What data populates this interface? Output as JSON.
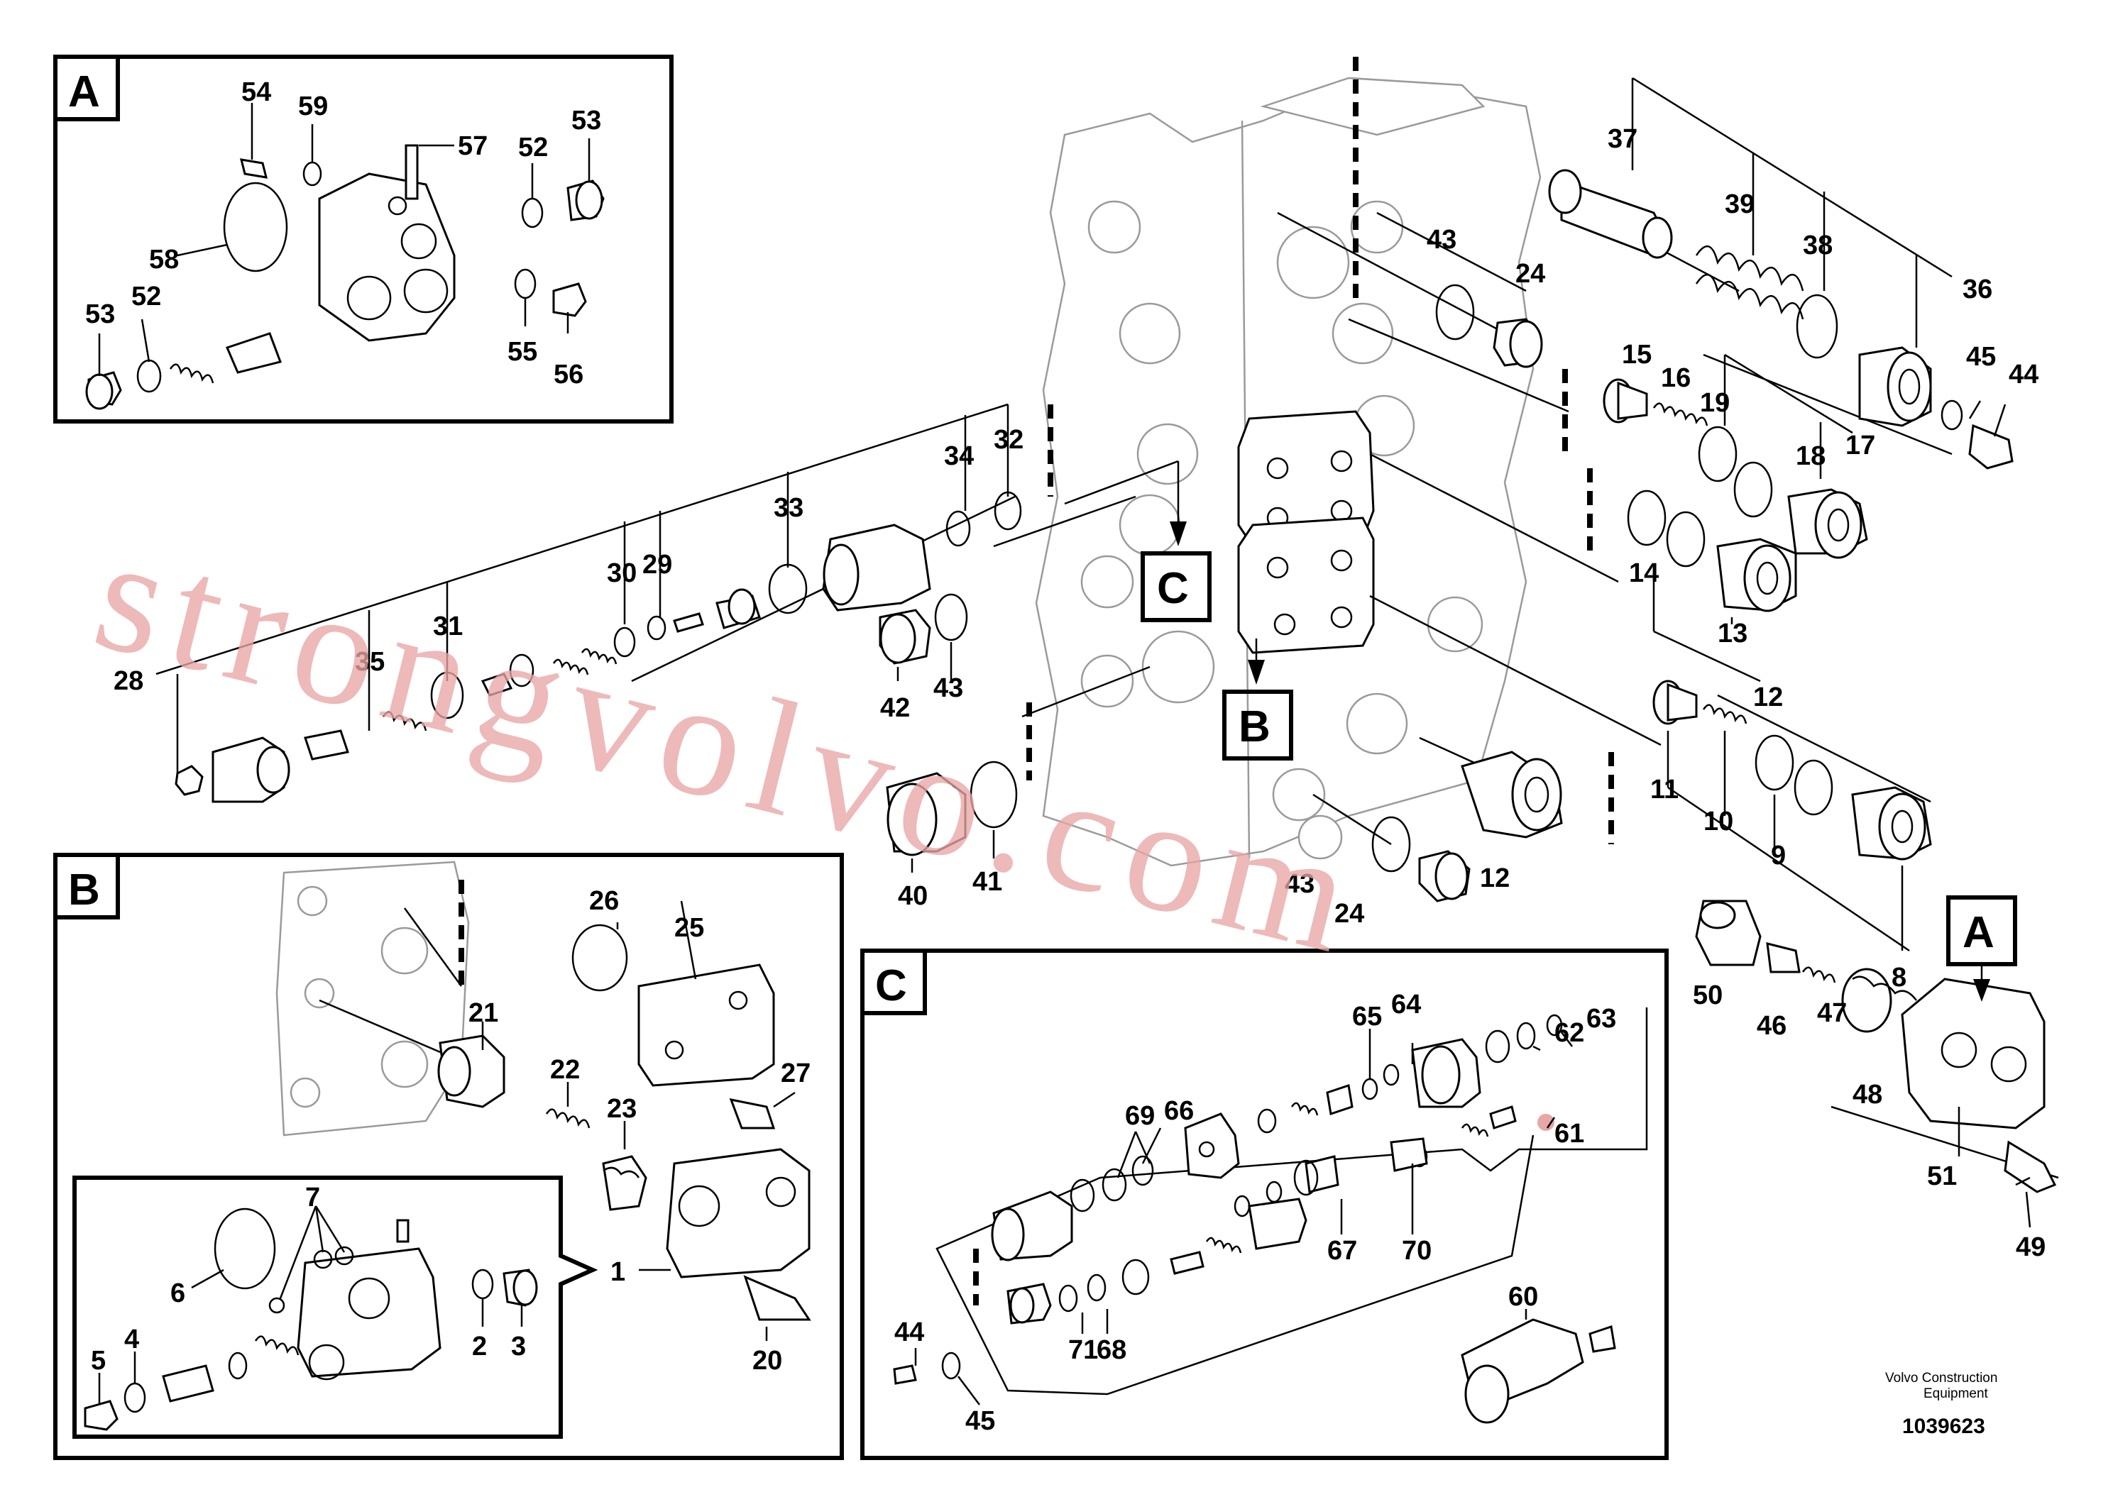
{
  "panels": {
    "a": "A",
    "b": "B",
    "c": "C"
  },
  "markers": {
    "a": "A",
    "b": "B",
    "c": "C"
  },
  "callouts": {
    "n1": "1",
    "n2": "2",
    "n3": "3",
    "n4": "4",
    "n5": "5",
    "n6": "6",
    "n7": "7",
    "n8": "8",
    "n9": "9",
    "n10": "10",
    "n11": "11",
    "n12a": "12",
    "n12b": "12",
    "n13": "13",
    "n14": "14",
    "n15": "15",
    "n16": "16",
    "n17": "17",
    "n18": "18",
    "n19": "19",
    "n20": "20",
    "n21": "21",
    "n22": "22",
    "n23": "23",
    "n24a": "24",
    "n24b": "24",
    "n25": "25",
    "n26": "26",
    "n27": "27",
    "n28": "28",
    "n29": "29",
    "n30": "30",
    "n31": "31",
    "n32": "32",
    "n33": "33",
    "n34": "34",
    "n35": "35",
    "n36": "36",
    "n37": "37",
    "n38": "38",
    "n39": "39",
    "n40": "40",
    "n41": "41",
    "n42": "42",
    "n43a": "43",
    "n43b": "43",
    "n43c": "43",
    "n44a": "44",
    "n44b": "44",
    "n45a": "45",
    "n45b": "45",
    "n46": "46",
    "n47": "47",
    "n48": "48",
    "n49": "49",
    "n50": "50",
    "n51": "51",
    "n52a": "52",
    "n52b": "52",
    "n53a": "53",
    "n53b": "53",
    "n54": "54",
    "n55": "55",
    "n56": "56",
    "n57": "57",
    "n58": "58",
    "n59": "59",
    "n60": "60",
    "n61": "61",
    "n62": "62",
    "n63": "63",
    "n64": "64",
    "n65": "65",
    "n66": "66",
    "n67": "67",
    "n68": "68",
    "n69": "69",
    "n70": "70",
    "n71": "71"
  },
  "credit": {
    "line1": "Volvo Construction",
    "line2": "Equipment",
    "drawing_number": "1039623"
  },
  "watermark": "strongvolvo.com",
  "colors": {
    "ink": "#000000",
    "housing_outline": "#9a9a9a",
    "watermark": "#e8a6a6"
  }
}
